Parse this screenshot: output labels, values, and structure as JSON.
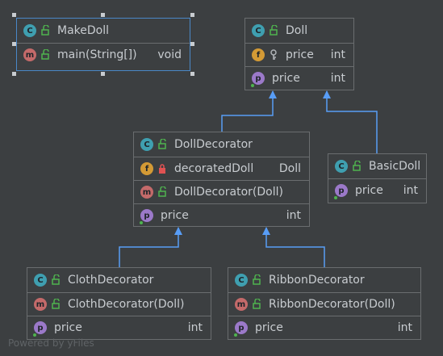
{
  "nodes": {
    "make_doll": {
      "title": "MakeDoll",
      "methods": [
        {
          "name": "main(String[])",
          "type": "void"
        }
      ]
    },
    "doll": {
      "title": "Doll",
      "fields": [
        {
          "name": "price",
          "type": "int"
        }
      ],
      "properties": [
        {
          "name": "price",
          "type": "int"
        }
      ]
    },
    "doll_decorator": {
      "title": "DollDecorator",
      "fields": [
        {
          "name": "decoratedDoll",
          "type": "Doll"
        }
      ],
      "methods": [
        {
          "name": "DollDecorator(Doll)",
          "type": ""
        }
      ],
      "properties": [
        {
          "name": "price",
          "type": "int"
        }
      ]
    },
    "basic_doll": {
      "title": "BasicDoll",
      "properties": [
        {
          "name": "price",
          "type": "int"
        }
      ]
    },
    "cloth_decorator": {
      "title": "ClothDecorator",
      "methods": [
        {
          "name": "ClothDecorator(Doll)",
          "type": ""
        }
      ],
      "properties": [
        {
          "name": "price",
          "type": "int"
        }
      ]
    },
    "ribbon_decorator": {
      "title": "RibbonDecorator",
      "methods": [
        {
          "name": "RibbonDecorator(Doll)",
          "type": ""
        }
      ],
      "properties": [
        {
          "name": "price",
          "type": "int"
        }
      ]
    }
  },
  "badges": {
    "class": "C",
    "method": "m",
    "field": "f",
    "property": "p"
  },
  "watermark": "Powered by yFiles",
  "colors": {
    "background": "#3c3f41",
    "edge": "#589df6",
    "border": "#6a6d6f",
    "text": "#c8ccd0"
  }
}
